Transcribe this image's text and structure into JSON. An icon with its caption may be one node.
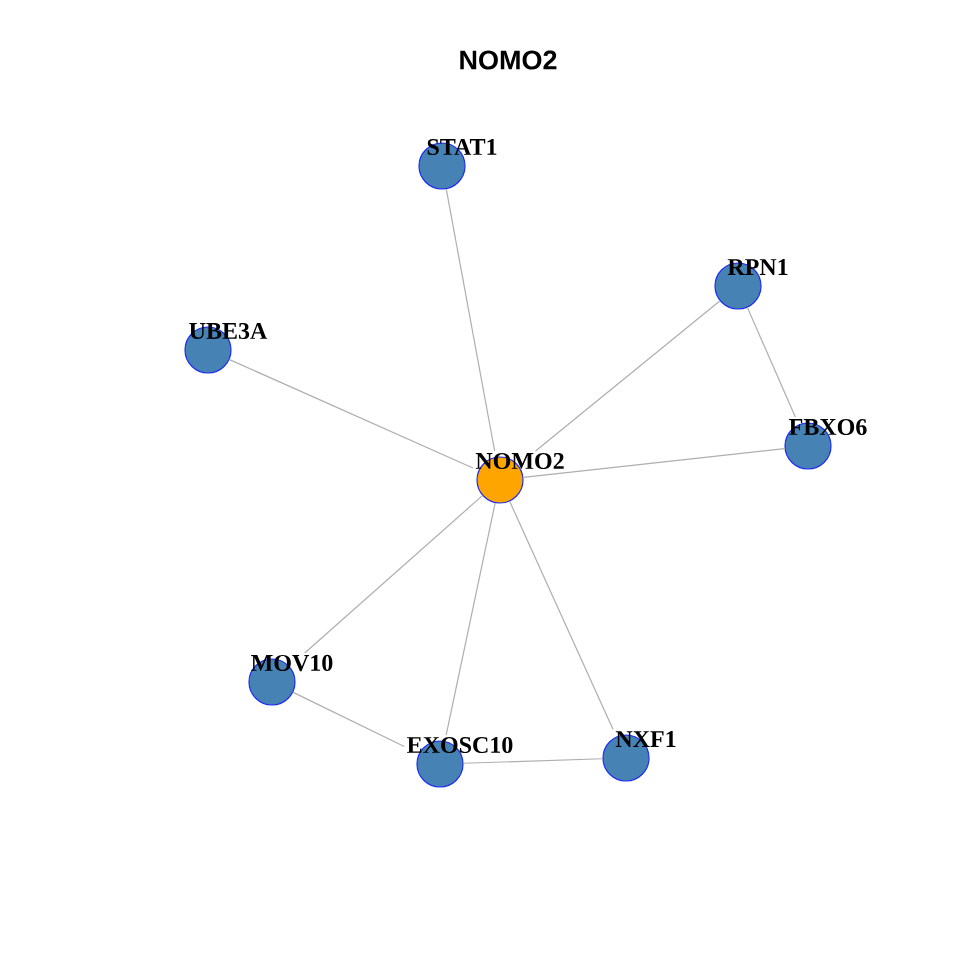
{
  "diagram": {
    "title": "NOMO2",
    "nodes": [
      {
        "text": [
          "STAT1"
        ]
      },
      {
        "text": [
          "RPN1"
        ]
      },
      {
        "text": [
          "UBE3A"
        ]
      },
      {
        "text": [
          "FBXO6"
        ]
      },
      {
        "text": [
          "NOMO2"
        ]
      },
      {
        "text": [
          "MOV10"
        ]
      },
      {
        "text": [
          "EXOSC10"
        ]
      },
      {
        "text": [
          "NXF1"
        ]
      }
    ],
    "edges": [
      {
        "from": 4,
        "to": 0,
        "arrow": "none"
      },
      {
        "from": 4,
        "to": 1,
        "arrow": "none"
      },
      {
        "from": 4,
        "to": 2,
        "arrow": "none"
      },
      {
        "from": 4,
        "to": 3,
        "arrow": "none"
      },
      {
        "from": 4,
        "to": 5,
        "arrow": "none"
      },
      {
        "from": 4,
        "to": 6,
        "arrow": "none"
      },
      {
        "from": 4,
        "to": 7,
        "arrow": "none"
      },
      {
        "from": 1,
        "to": 3,
        "arrow": "none"
      },
      {
        "from": 5,
        "to": 6,
        "arrow": "none"
      },
      {
        "from": 6,
        "to": 7,
        "arrow": "none"
      }
    ]
  }
}
